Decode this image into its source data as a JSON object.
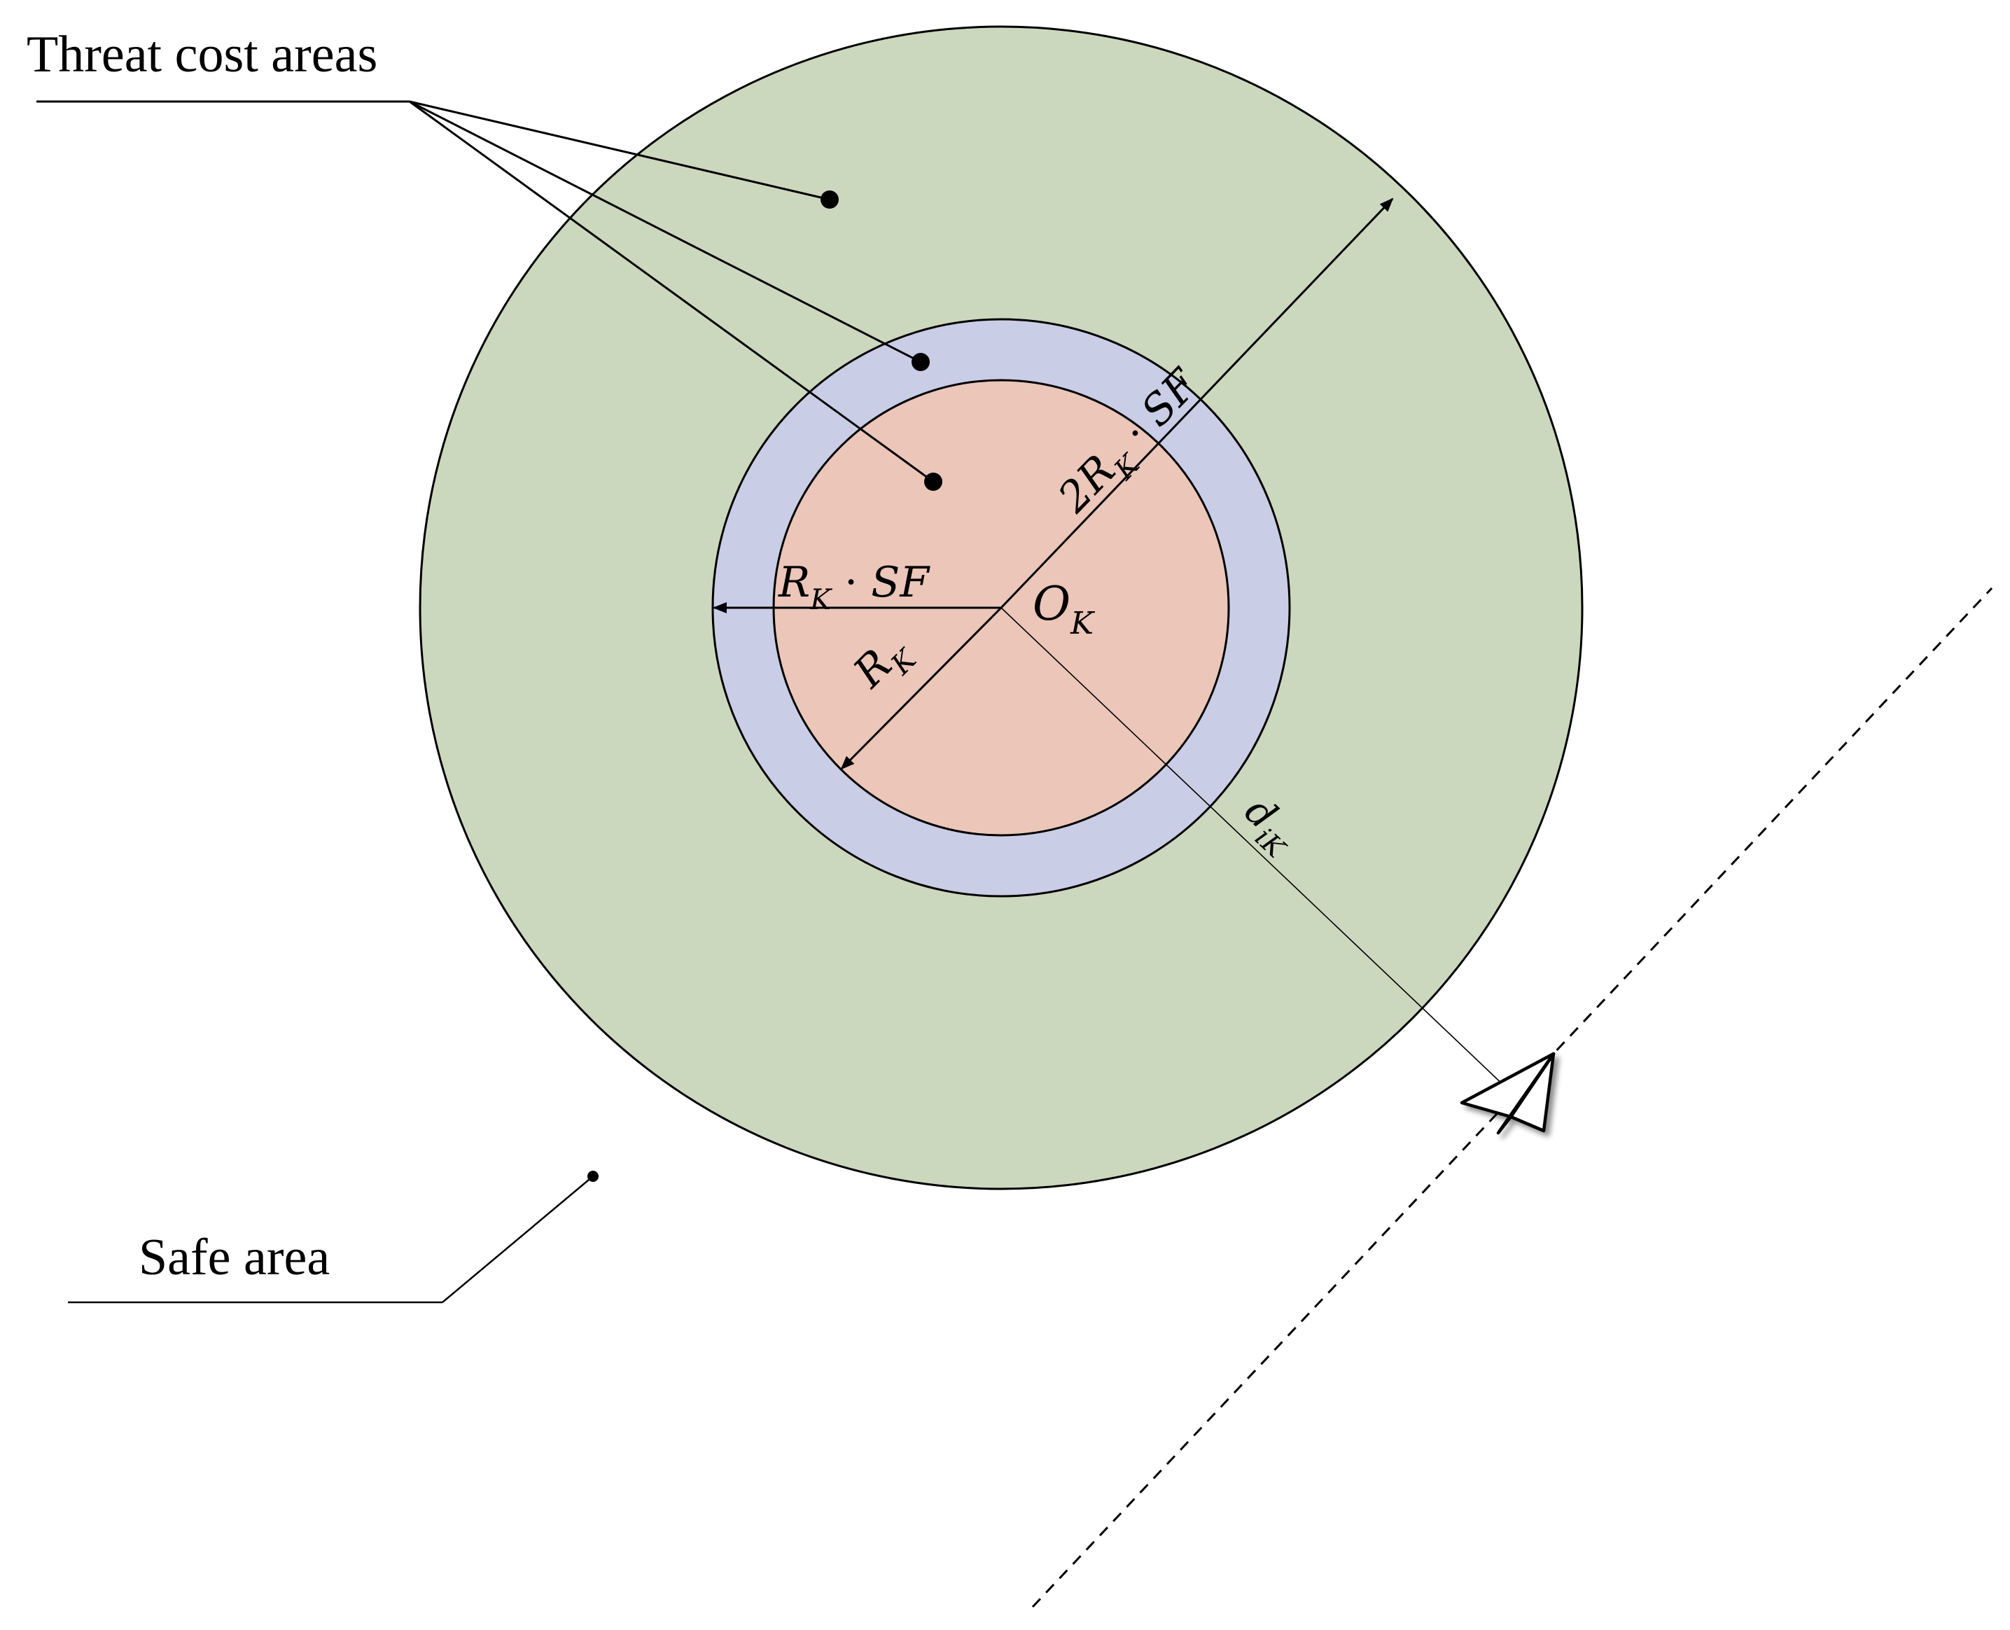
{
  "labels": {
    "threat_cost_areas": "Threat cost areas",
    "safe_area": "Safe area"
  },
  "math": {
    "r_sf_main": "R",
    "r_sf_sub": "K",
    "r_sf_op": " · ",
    "r_sf_tail": "SF",
    "two_r_sf_main": "2R",
    "two_r_sf_sub": "K",
    "two_r_sf_op": " · ",
    "two_r_sf_tail": "SF",
    "o_main": "O",
    "o_sub": "K",
    "r_main": "R",
    "r_sub": "K",
    "d_main": "d",
    "d_sub": "iK"
  },
  "colors": {
    "outer_zone": "#ccd8bd",
    "middle_zone": "#c9cde6",
    "inner_zone": "#ebc6b9",
    "stroke": "#000000",
    "background": "#ffffff"
  },
  "icons": {
    "aircraft": "paper-plane-icon"
  }
}
